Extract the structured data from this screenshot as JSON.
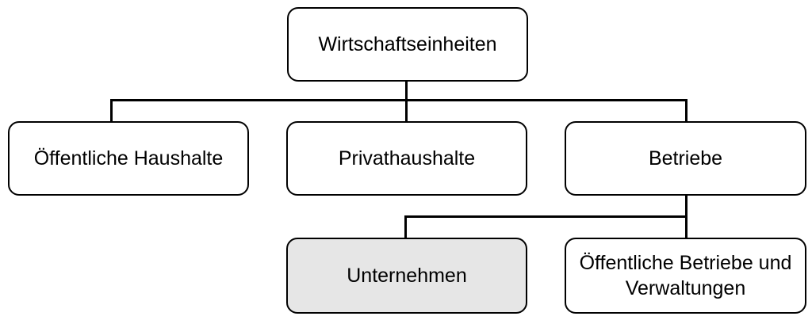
{
  "diagram": {
    "type": "tree",
    "language": "de",
    "colors": {
      "background": "#ffffff",
      "node_fill": "#ffffff",
      "highlight_fill": "#e6e6e6",
      "border": "#000000",
      "text": "#000000",
      "connector": "#000000"
    },
    "nodes": {
      "root": {
        "label": "Wirtschaftseinheiten",
        "highlighted": false
      },
      "public_households": {
        "label": "Öffentliche Haushalte",
        "highlighted": false
      },
      "private_households": {
        "label": "Privathaushalte",
        "highlighted": false
      },
      "betriebe": {
        "label": "Betriebe",
        "highlighted": false
      },
      "unternehmen": {
        "label": "Unternehmen",
        "highlighted": true
      },
      "public_enterprises": {
        "label": "Öffentliche Betriebe und Verwaltungen",
        "highlighted": false
      }
    },
    "edges": [
      {
        "from": "root",
        "to": "public_households"
      },
      {
        "from": "root",
        "to": "private_households"
      },
      {
        "from": "root",
        "to": "betriebe"
      },
      {
        "from": "betriebe",
        "to": "unternehmen"
      },
      {
        "from": "betriebe",
        "to": "public_enterprises"
      }
    ]
  }
}
